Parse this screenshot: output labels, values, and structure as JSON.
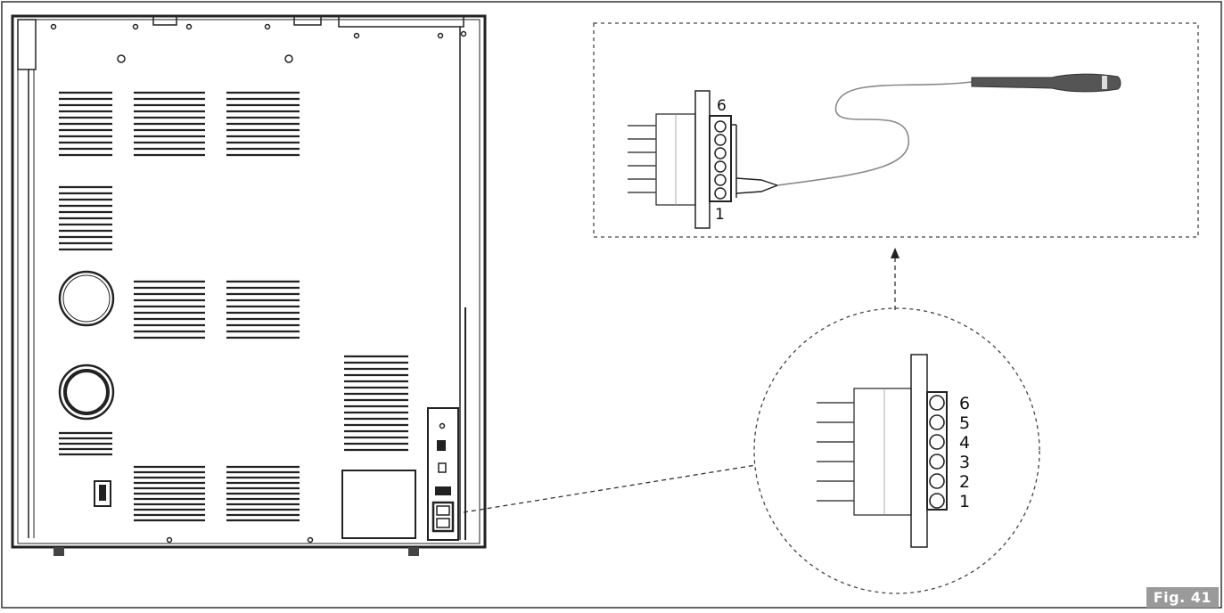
{
  "figure": {
    "label": "Fig. 41"
  },
  "detail_top": {
    "pin_labels": [
      "6",
      "1"
    ]
  },
  "detail_circle": {
    "pin_labels": [
      "6",
      "5",
      "4",
      "3",
      "2",
      "1"
    ]
  },
  "colors": {
    "line": "#222222",
    "probe_cable": "#8a8a8a",
    "probe_handle": "#555555",
    "fig_tag_bg": "#9a9a9a"
  }
}
